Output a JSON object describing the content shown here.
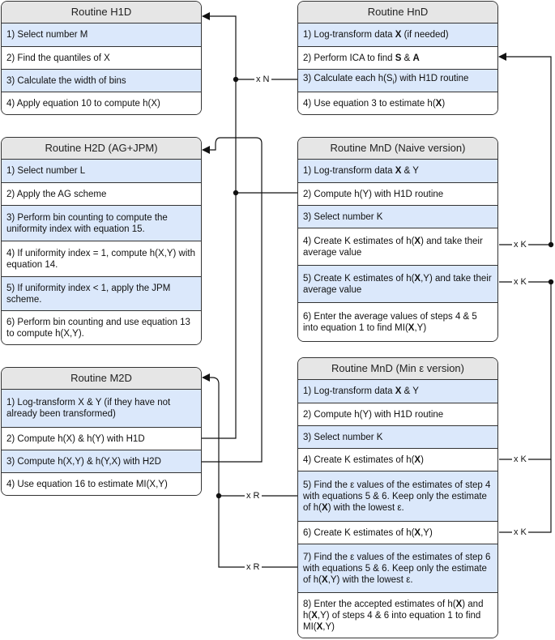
{
  "boxes": {
    "h1d": {
      "title": "Routine H1D",
      "rows": [
        {
          "parts": [
            {
              "t": "1) Select number M"
            }
          ]
        },
        {
          "parts": [
            {
              "t": "2) Find the quantiles of X"
            }
          ]
        },
        {
          "parts": [
            {
              "t": "3) Calculate the width of bins"
            }
          ]
        },
        {
          "parts": [
            {
              "t": "4) Apply equation 10 to compute h(X)"
            }
          ]
        }
      ]
    },
    "hnd": {
      "title": "Routine HnD",
      "rows": [
        {
          "parts": [
            {
              "t": "1) Log-transform data "
            },
            {
              "t": "X",
              "b": true
            },
            {
              "t": " (if needed)"
            }
          ]
        },
        {
          "parts": [
            {
              "t": "2) Perform ICA to find "
            },
            {
              "t": "S",
              "b": true
            },
            {
              "t": " & "
            },
            {
              "t": "A",
              "b": true
            }
          ]
        },
        {
          "parts": [
            {
              "t": "3) Calculate each h(S"
            },
            {
              "t": "i",
              "sub": true
            },
            {
              "t": ") with H1D routine"
            }
          ]
        },
        {
          "parts": [
            {
              "t": "4) Use equation 3 to estimate h("
            },
            {
              "t": "X",
              "b": true
            },
            {
              "t": ")"
            }
          ]
        }
      ]
    },
    "h2d": {
      "title": "Routine H2D (AG+JPM)",
      "rows": [
        {
          "parts": [
            {
              "t": "1) Select number L"
            }
          ]
        },
        {
          "parts": [
            {
              "t": "2) Apply the AG scheme"
            }
          ]
        },
        {
          "parts": [
            {
              "t": "3) Perform bin counting to compute the uniformity index with equation 15."
            }
          ]
        },
        {
          "parts": [
            {
              "t": "4) If uniformity index = 1, compute h(X,Y) with equation 14."
            }
          ]
        },
        {
          "parts": [
            {
              "t": "5) If uniformity index < 1, apply the JPM scheme."
            }
          ]
        },
        {
          "parts": [
            {
              "t": "6) Perform bin counting and use equation 13 to compute h(X,Y)."
            }
          ]
        }
      ]
    },
    "mnd_naive": {
      "title": "Routine MnD (Naive version)",
      "rows": [
        {
          "parts": [
            {
              "t": "1) Log-transform data "
            },
            {
              "t": "X",
              "b": true
            },
            {
              "t": " & Y"
            }
          ]
        },
        {
          "parts": [
            {
              "t": "2) Compute h(Y) with H1D routine"
            }
          ]
        },
        {
          "parts": [
            {
              "t": "3) Select number K"
            }
          ]
        },
        {
          "parts": [
            {
              "t": "4) Create K estimates of h("
            },
            {
              "t": "X",
              "b": true
            },
            {
              "t": ") and take their average value"
            }
          ]
        },
        {
          "parts": [
            {
              "t": "5) Create K estimates of h("
            },
            {
              "t": "X",
              "b": true
            },
            {
              "t": ",Y) and take their average value"
            }
          ]
        },
        {
          "parts": [
            {
              "t": "6) Enter the average values of steps 4 & 5 into equation 1 to find MI("
            },
            {
              "t": "X",
              "b": true
            },
            {
              "t": ",Y)"
            }
          ]
        }
      ]
    },
    "m2d": {
      "title": "Routine M2D",
      "rows": [
        {
          "parts": [
            {
              "t": "1) Log-transform X & Y (if they have not already been transformed)"
            }
          ]
        },
        {
          "parts": [
            {
              "t": "2) Compute h(X) & h(Y) with H1D"
            }
          ]
        },
        {
          "parts": [
            {
              "t": "3) Compute h(X,Y) & h(Y,X) with H2D"
            }
          ]
        },
        {
          "parts": [
            {
              "t": "4) Use equation 16 to estimate MI(X,Y)"
            }
          ]
        }
      ]
    },
    "mnd_min": {
      "title": "Routine MnD (Min ε version)",
      "rows": [
        {
          "parts": [
            {
              "t": "1) Log-transform data "
            },
            {
              "t": "X",
              "b": true
            },
            {
              "t": " & Y"
            }
          ]
        },
        {
          "parts": [
            {
              "t": "2) Compute h(Y) with H1D routine"
            }
          ]
        },
        {
          "parts": [
            {
              "t": "3) Select number K"
            }
          ]
        },
        {
          "parts": [
            {
              "t": "4) Create K estimates of h("
            },
            {
              "t": "X",
              "b": true
            },
            {
              "t": ")"
            }
          ]
        },
        {
          "parts": [
            {
              "t": "5) Find the ε values of the estimates of step 4 with equations 5 & 6. Keep only the estimate of h("
            },
            {
              "t": "X",
              "b": true
            },
            {
              "t": ") with the lowest ε."
            }
          ]
        },
        {
          "parts": [
            {
              "t": "6) Create K estimates of h("
            },
            {
              "t": "X",
              "b": true
            },
            {
              "t": ",Y)"
            }
          ]
        },
        {
          "parts": [
            {
              "t": "7) Find the ε values of the estimates of step 6 with equations 5 & 6. Keep only the estimate of h("
            },
            {
              "t": "X",
              "b": true
            },
            {
              "t": ",Y) with the lowest ε."
            }
          ]
        },
        {
          "parts": [
            {
              "t": "8) Enter the accepted estimates of h("
            },
            {
              "t": "X",
              "b": true
            },
            {
              "t": ") and h("
            },
            {
              "t": "X",
              "b": true
            },
            {
              "t": ",Y) of steps 4 & 6 into equation 1 to find MI("
            },
            {
              "t": "X",
              "b": true
            },
            {
              "t": ",Y)"
            }
          ]
        }
      ]
    }
  },
  "labels": {
    "xN": "x N",
    "xK": "x K",
    "xR": "x R"
  }
}
